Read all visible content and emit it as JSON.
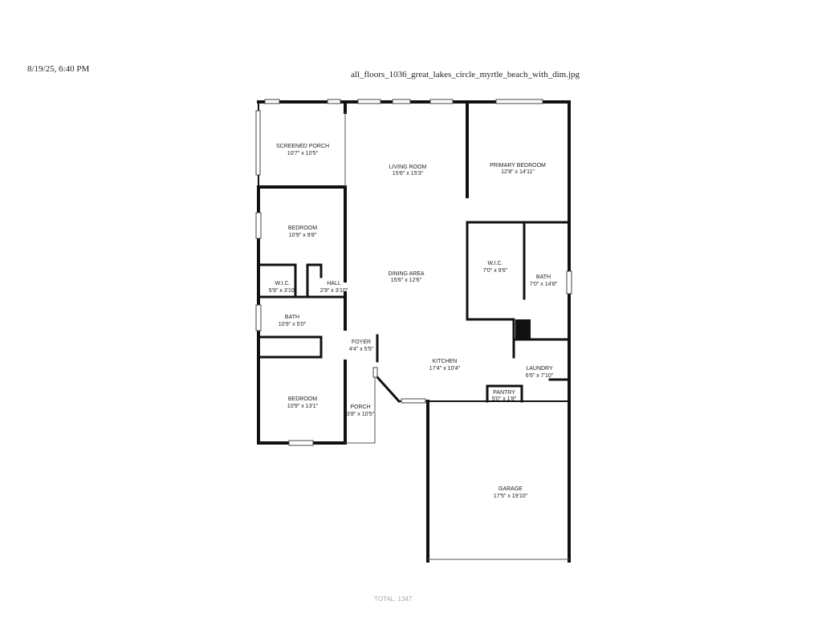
{
  "header": {
    "timestamp": "8/19/25, 6:40 PM",
    "filename": "all_floors_1036_great_lakes_circle_myrtle_beach_with_dim.jpg"
  },
  "rooms": {
    "screened_porch": {
      "name": "SCREENED PORCH",
      "dim": "10'7\" x 10'5\""
    },
    "living_room": {
      "name": "LIVING ROOM",
      "dim": "15'6\" x 15'3\""
    },
    "primary_bedroom": {
      "name": "PRIMARY BEDROOM",
      "dim": "12'8\" x 14'11\""
    },
    "bedroom_1": {
      "name": "BEDROOM",
      "dim": "10'9\" x 9'8\""
    },
    "wic_1": {
      "name": "W.I.C.",
      "dim": "5'9\" x 3'10\""
    },
    "hall": {
      "name": "HALL",
      "dim": "2'9\" x 3'10\""
    },
    "dining_area": {
      "name": "DINING AREA",
      "dim": "15'6\" x 12'6\""
    },
    "wic_2": {
      "name": "W.I.C.",
      "dim": "7'0\" x 9'6\""
    },
    "bath_2": {
      "name": "BATH",
      "dim": "7'0\" x 14'8\""
    },
    "bath_1": {
      "name": "BATH",
      "dim": "10'9\" x 5'0\""
    },
    "foyer": {
      "name": "FOYER",
      "dim": "4'4\" x 5'5\""
    },
    "kitchen": {
      "name": "KITCHEN",
      "dim": "17'4\" x 10'4\""
    },
    "laundry": {
      "name": "LAUNDRY",
      "dim": "6'6\" x 7'10\""
    },
    "pantry": {
      "name": "PANTRY",
      "dim": "5'0\" x 1'8\""
    },
    "bedroom_2": {
      "name": "BEDROOM",
      "dim": "10'9\" x 13'1\""
    },
    "porch": {
      "name": "PORCH",
      "dim": "3'8\" x 10'5\""
    },
    "garage": {
      "name": "GARAGE",
      "dim": "17'5\" x 19'10\""
    }
  },
  "footer": {
    "faded_text": "TOTAL: 1347"
  }
}
